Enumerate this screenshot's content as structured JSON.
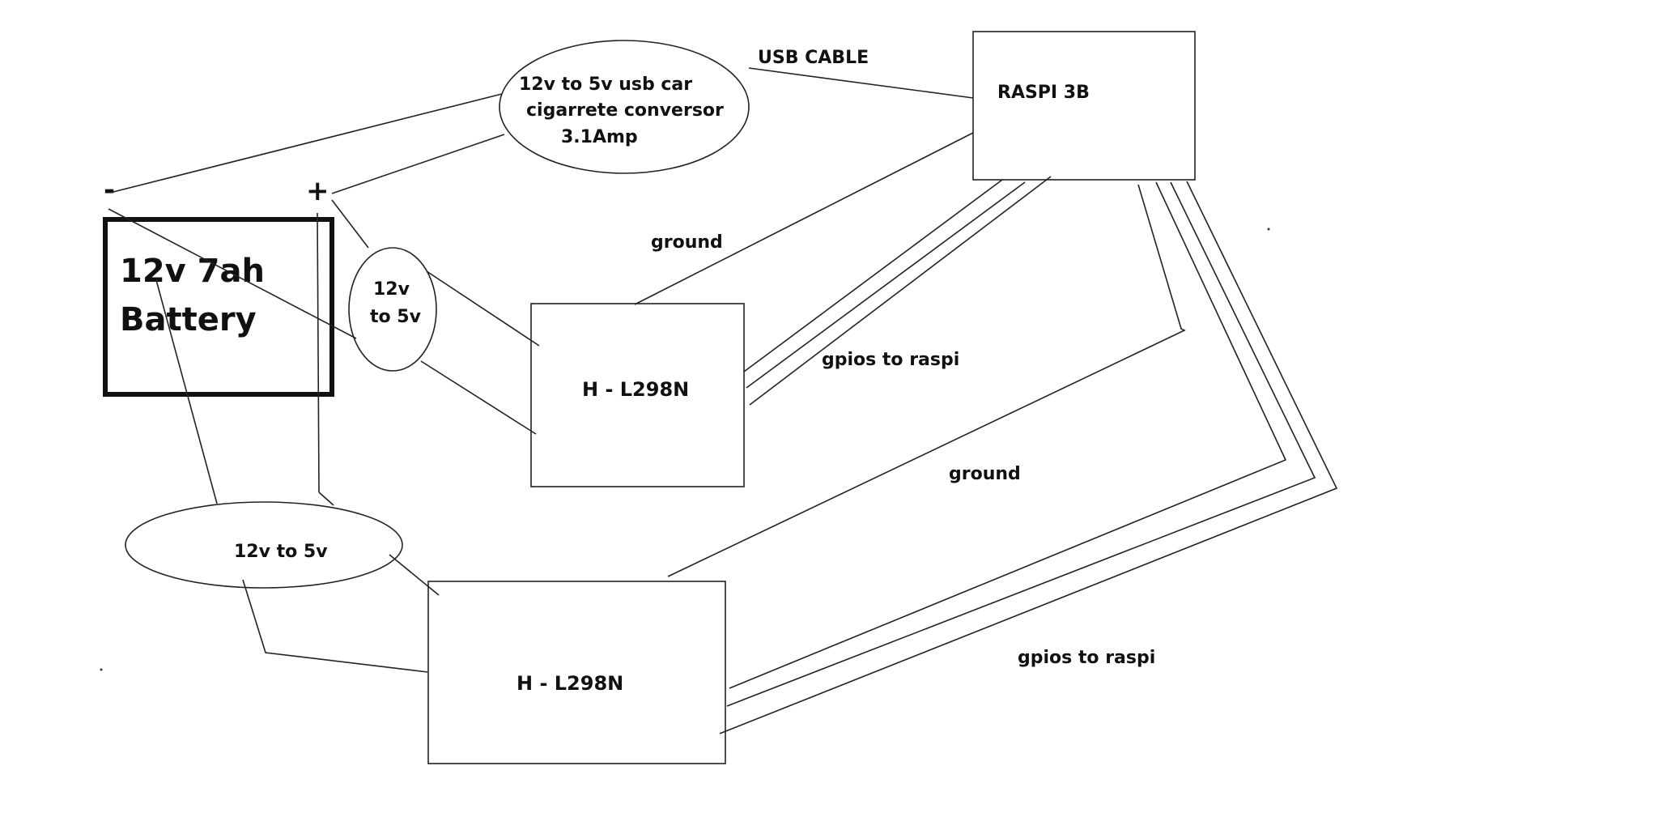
{
  "battery": {
    "line1": "12v 7ah",
    "line2": "Battery",
    "minus": "-",
    "plus": "+"
  },
  "usb_converter": {
    "line1": "12v to 5v usb car",
    "line2": "cigarrete conversor",
    "line3": "3.1Amp"
  },
  "raspi": {
    "label": "RASPI 3B"
  },
  "converter_small": {
    "line1": "12v",
    "line2": "to 5v"
  },
  "converter_bottom": {
    "label": "12v to 5v"
  },
  "hbridge_top": {
    "label": "H - L298N"
  },
  "hbridge_bottom": {
    "label": "H - L298N"
  },
  "labels": {
    "usb_cable": "USB CABLE",
    "ground_top": "ground",
    "gpios_top": "gpios to raspi",
    "ground_bottom": "ground",
    "gpios_bottom": "gpios to raspi"
  },
  "colors": {
    "ink": "#111111",
    "background": "#ffffff"
  }
}
